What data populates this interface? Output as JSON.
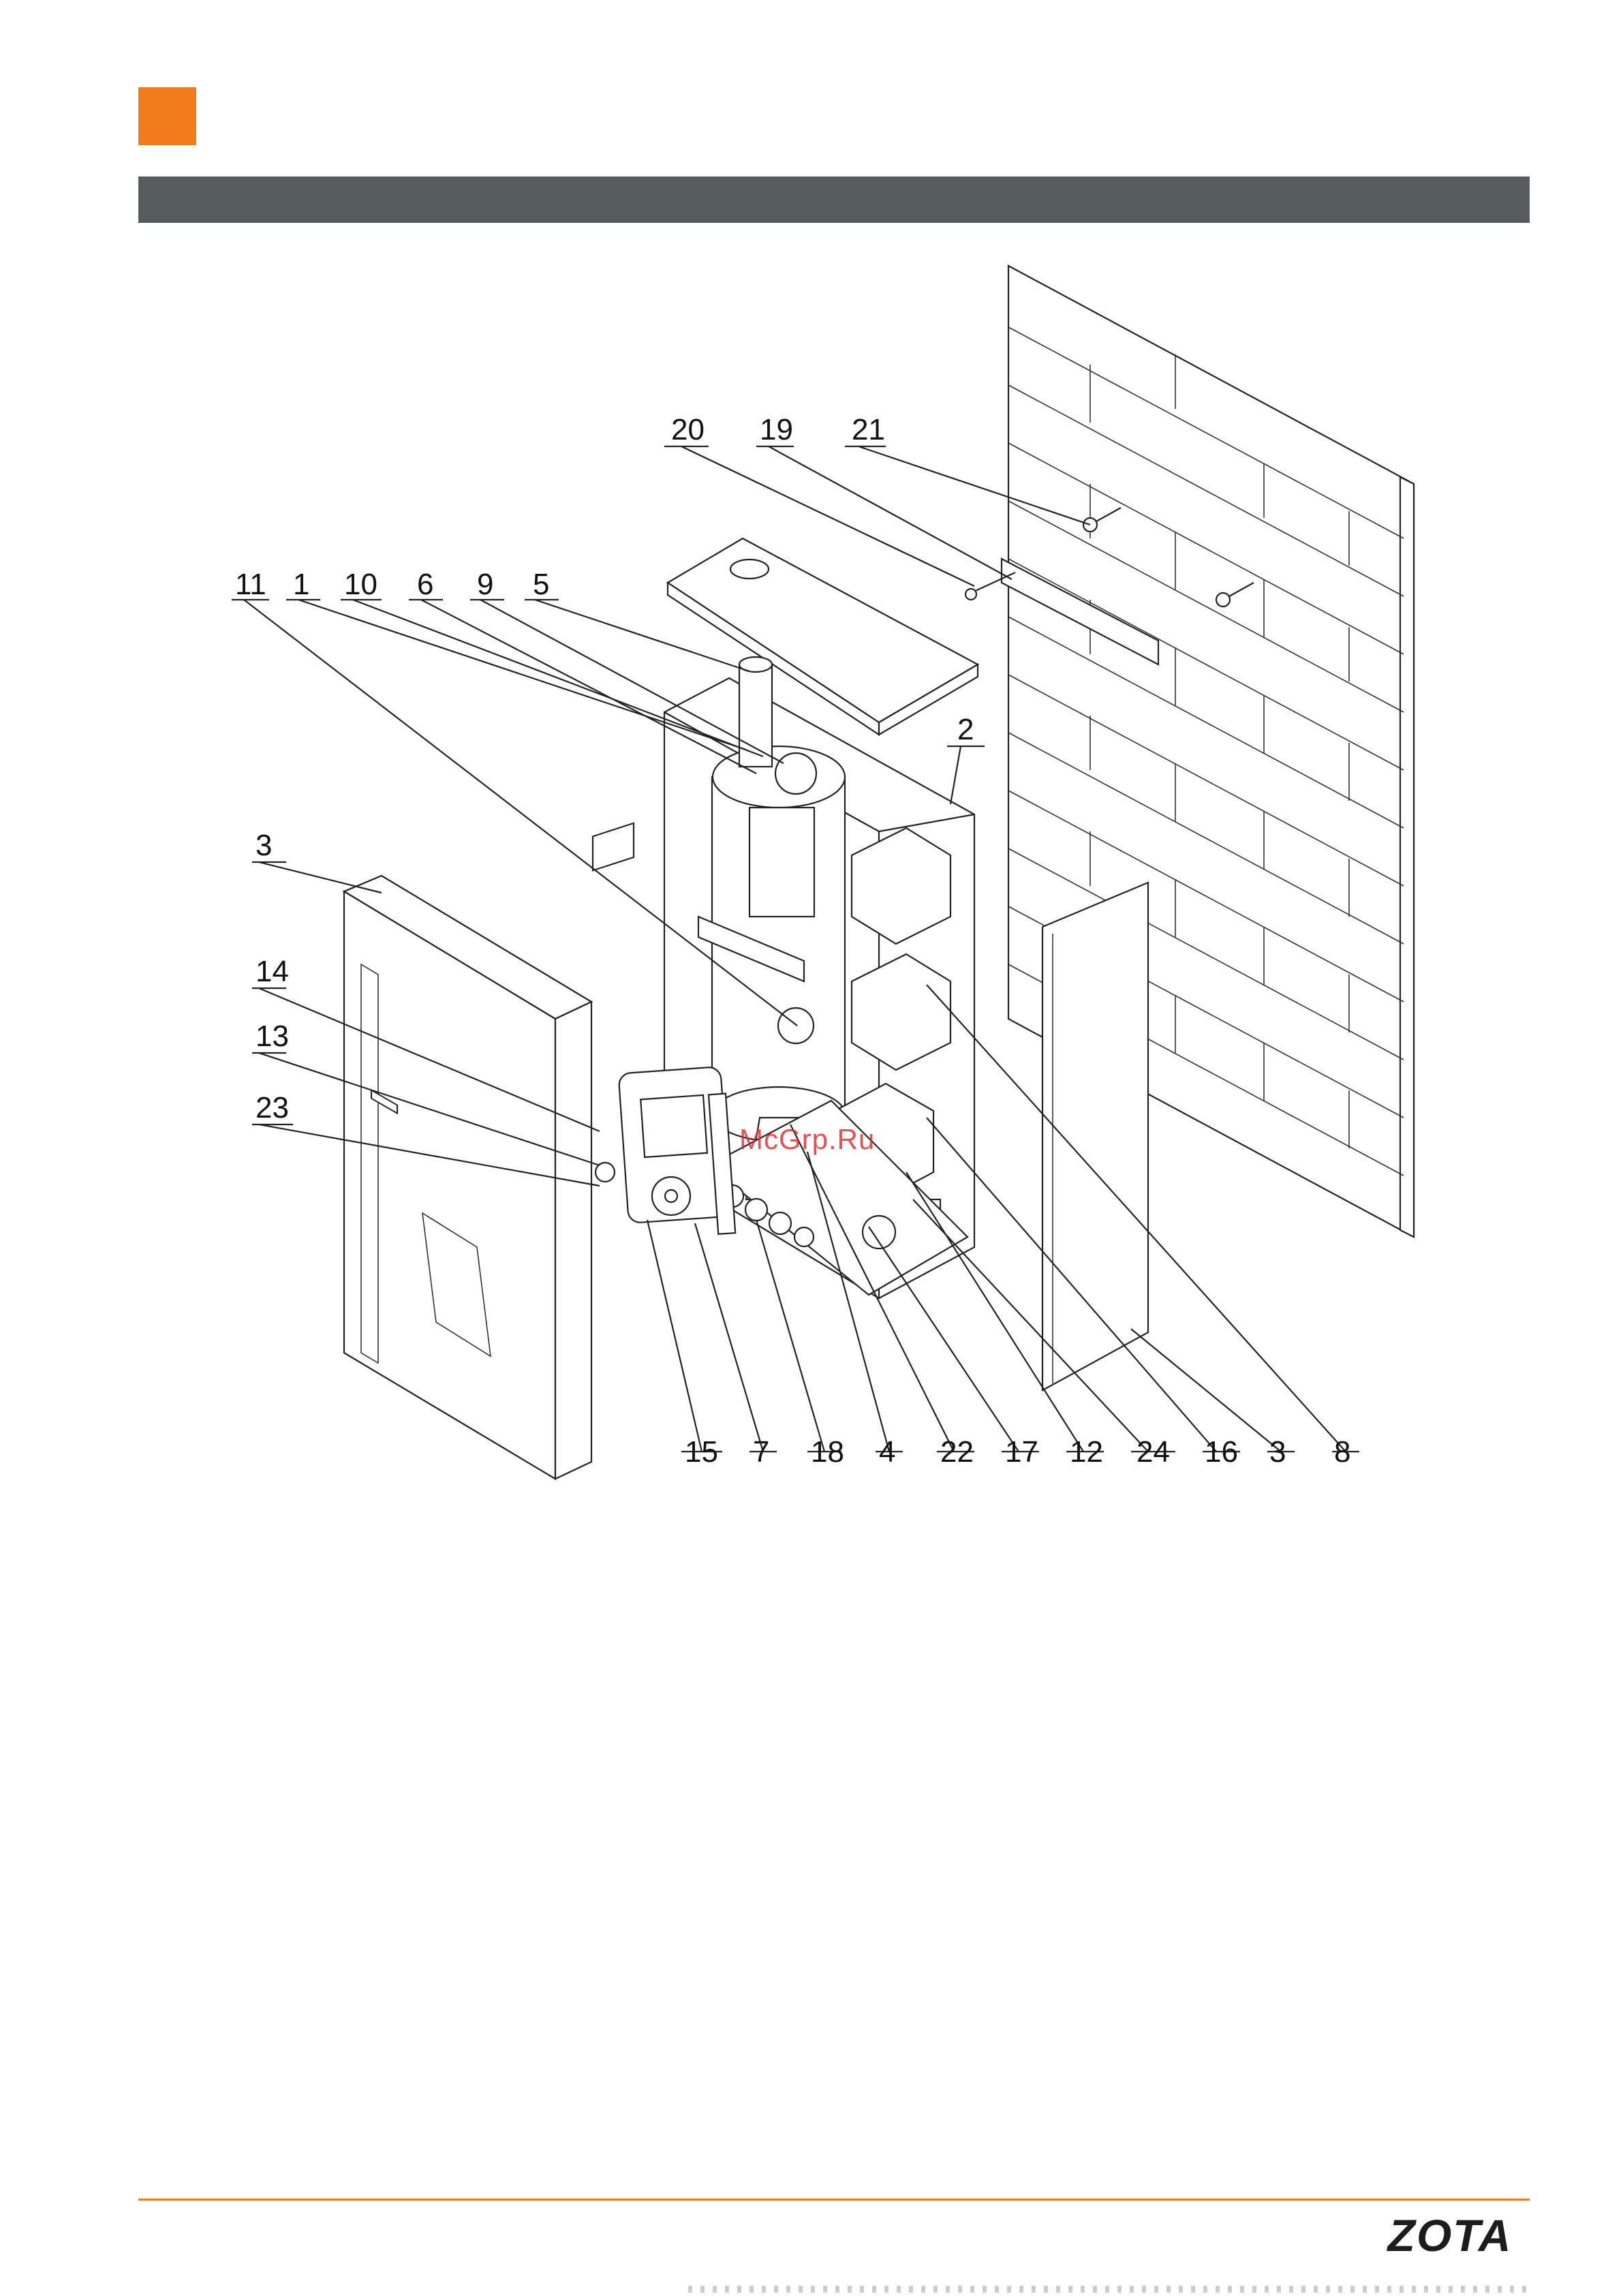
{
  "header": {
    "accent_color": "#f07c1c",
    "bar_color": "#565b5e"
  },
  "diagram": {
    "callouts_top_left": [
      "11",
      "1",
      "10",
      "6",
      "9",
      "5"
    ],
    "callouts_top_right": [
      "20",
      "19",
      "21"
    ],
    "callout_right": "2",
    "callouts_left": [
      "3",
      "14",
      "13",
      "23"
    ],
    "callouts_bottom": [
      "15",
      "7",
      "18",
      "4",
      "22",
      "17",
      "12",
      "24",
      "16",
      "3",
      "8"
    ]
  },
  "watermark": "McGrp.Ru",
  "footer": {
    "line_color": "#f07c1c",
    "logo_text": "ZOTA"
  }
}
